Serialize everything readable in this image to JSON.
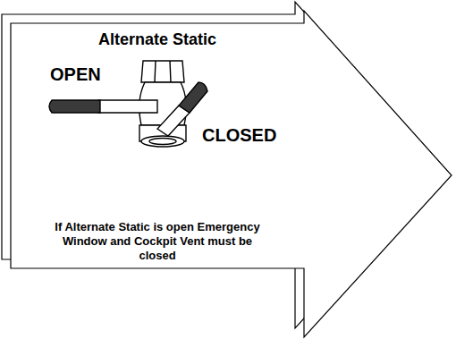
{
  "diagram": {
    "nodes": [
      {
        "text": [
          "Alternate Static",
          "If Alternate Static is open Emergency Window and Cockpit Vent must be closed"
        ]
      }
    ],
    "labels": [
      "OPEN",
      "CLOSED"
    ]
  }
}
